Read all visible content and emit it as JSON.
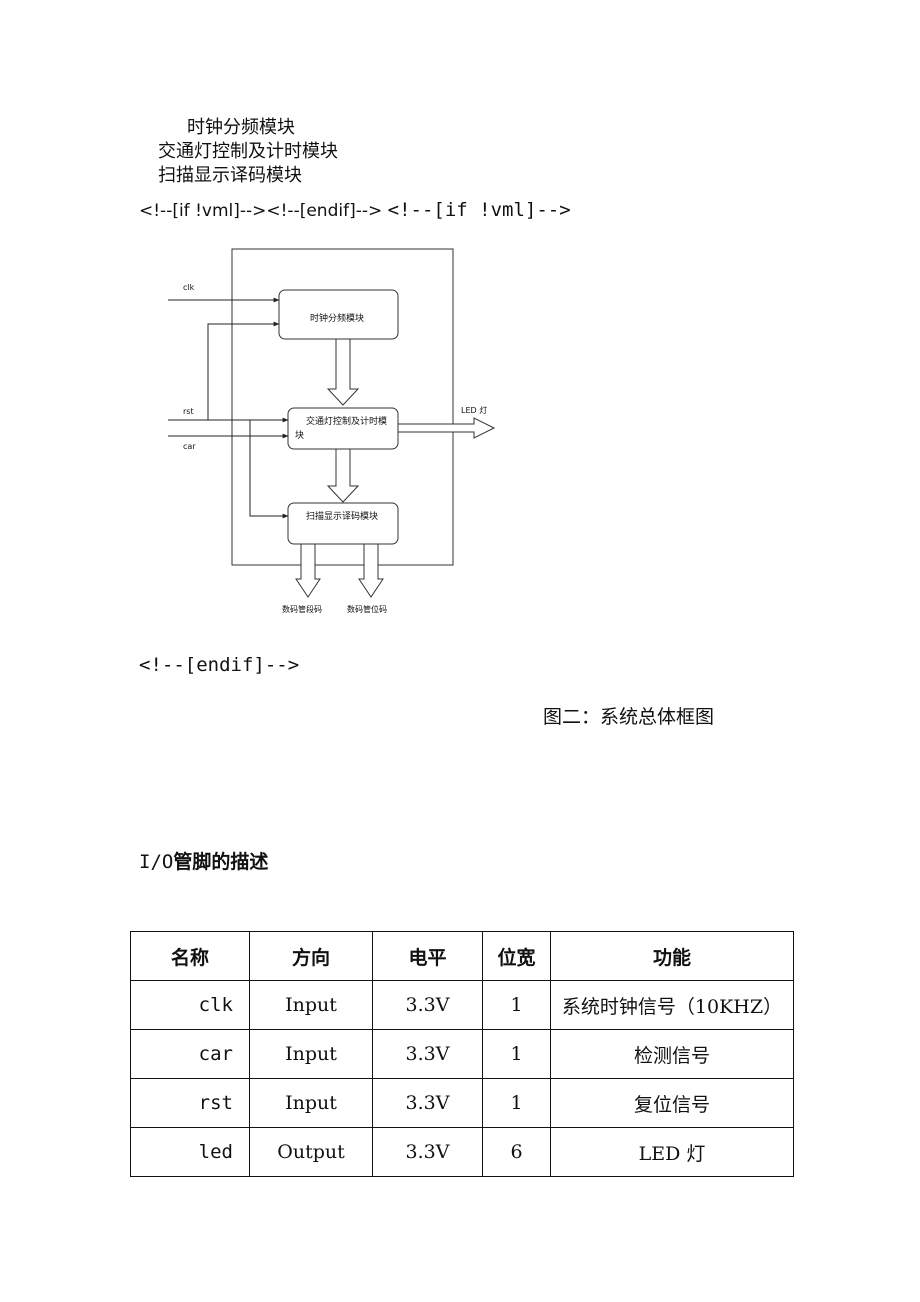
{
  "module_list": [
    "时钟分频模块",
    "交通灯控制及计时模块",
    "扫描显示译码模块"
  ],
  "vml_open_small": "<!--[if !vml]--><!--[endif]-->",
  "vml_open_mono": "<!--[if !vml]-->",
  "vml_close": "<!--[endif]-->",
  "diagram": {
    "inputs": {
      "clk": "clk",
      "rst": "rst",
      "car": "car"
    },
    "modules": {
      "clock_divider": "时钟分频模块",
      "traffic_control_1": "交通灯控制及计时模",
      "traffic_control_2": "块",
      "scan_display": "扫描显示译码模块"
    },
    "outputs": {
      "led": "LED 灯",
      "segment": "数码管段码",
      "position": "数码管位码"
    }
  },
  "figure_caption": "图二：系统总体框图",
  "section_heading": {
    "prefix": "I/O",
    "text": "管脚的描述"
  },
  "table": {
    "headers": [
      "名称",
      "方向",
      "电平",
      "位宽",
      "功能"
    ],
    "rows": [
      [
        "clk",
        "Input",
        "3.3V",
        "1",
        "系统时钟信号（10KHZ）"
      ],
      [
        "car",
        "Input",
        "3.3V",
        "1",
        "检测信号"
      ],
      [
        "rst",
        "Input",
        "3.3V",
        "1",
        "复位信号"
      ],
      [
        "led",
        "Output",
        "3.3V",
        "6",
        "LED 灯"
      ]
    ]
  }
}
